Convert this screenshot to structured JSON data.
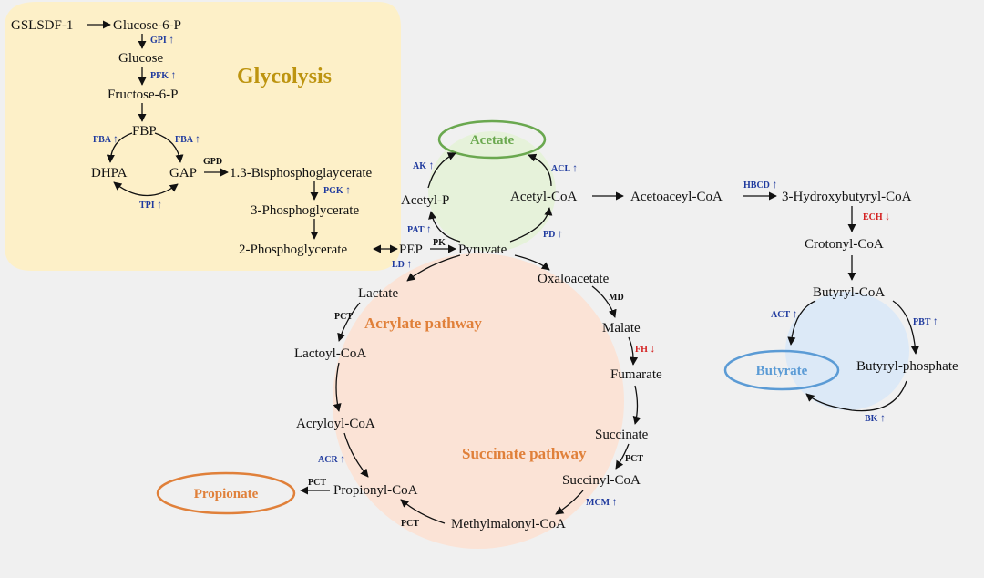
{
  "colors": {
    "background_canvas": "#f0f0f0",
    "glycolysis_bg": "#fdf0c8",
    "acetate_cycle_bg": "#e6f2da",
    "acrylate_bg": "#fbe3d6",
    "butyrate_bg": "#dce9f7",
    "glycolysis_title": "#bd9410",
    "acetate": "#6aa84f",
    "pathway_orange": "#e0803a",
    "butyrate": "#5b9bd5",
    "up_enzyme": "#1f3a9e",
    "down_enzyme": "#d42020"
  },
  "titles": {
    "glycolysis": "Glycolysis",
    "acrylate": "Acrylate pathway",
    "succinate": "Succinate pathway"
  },
  "products": {
    "acetate": "Acetate",
    "propionate": "Propionate",
    "butyrate": "Butyrate"
  },
  "metabolites": {
    "gslsdf": "GSLSDF-1",
    "g6p": "Glucose-6-P",
    "glucose": "Glucose",
    "f6p": "Fructose-6-P",
    "fbp": "FBP",
    "dhpa": "DHPA",
    "gap": "GAP",
    "bpg": "1.3-Bisphosphoglaycerate",
    "pg3": "3-Phosphoglycerate",
    "pg2": "2-Phosphoglycerate",
    "pep": "PEP",
    "pyruvate": "Pyruvate",
    "acetyl_p": "Acetyl-P",
    "acetyl_coa": "Acetyl-CoA",
    "acetoacetyl_coa": "Acetoaceyl-CoA",
    "hydroxybutyryl_coa": "3-Hydroxybutyryl-CoA",
    "crotonyl_coa": "Crotonyl-CoA",
    "butyryl_coa": "Butyryl-CoA",
    "butyryl_phosphate": "Butyryl-phosphate",
    "oxaloacetate": "Oxaloacetate",
    "malate": "Malate",
    "fumarate": "Fumarate",
    "succinate": "Succinate",
    "succinyl_coa": "Succinyl-CoA",
    "methylmalonyl_coa": "Methylmalonyl-CoA",
    "propionyl_coa": "Propionyl-CoA",
    "lactate": "Lactate",
    "lactoyl_coa": "Lactoyl-CoA",
    "acryloyl_coa": "Acryloyl-CoA"
  },
  "enzymes": {
    "gpi": "GPI",
    "pfk": "PFK",
    "fba_left": "FBA",
    "fba_right": "FBA",
    "tpi": "TPI",
    "gpd": "GPD",
    "pgk": "PGK",
    "pk": "PK",
    "ld": "LD",
    "pat": "PAT",
    "ak": "AK",
    "acl": "ACL",
    "pd": "PD",
    "hbcd": "HBCD",
    "ech": "ECH",
    "act": "ACT",
    "pbt": "PBT",
    "bk": "BK",
    "md": "MD",
    "fh": "FH",
    "pct_succ": "PCT",
    "mcm": "MCM",
    "pct_mm": "PCT",
    "pct_prop": "PCT",
    "acr": "ACR",
    "pct_lac": "PCT"
  },
  "regulation": {
    "up": "↑",
    "down": "↓"
  }
}
